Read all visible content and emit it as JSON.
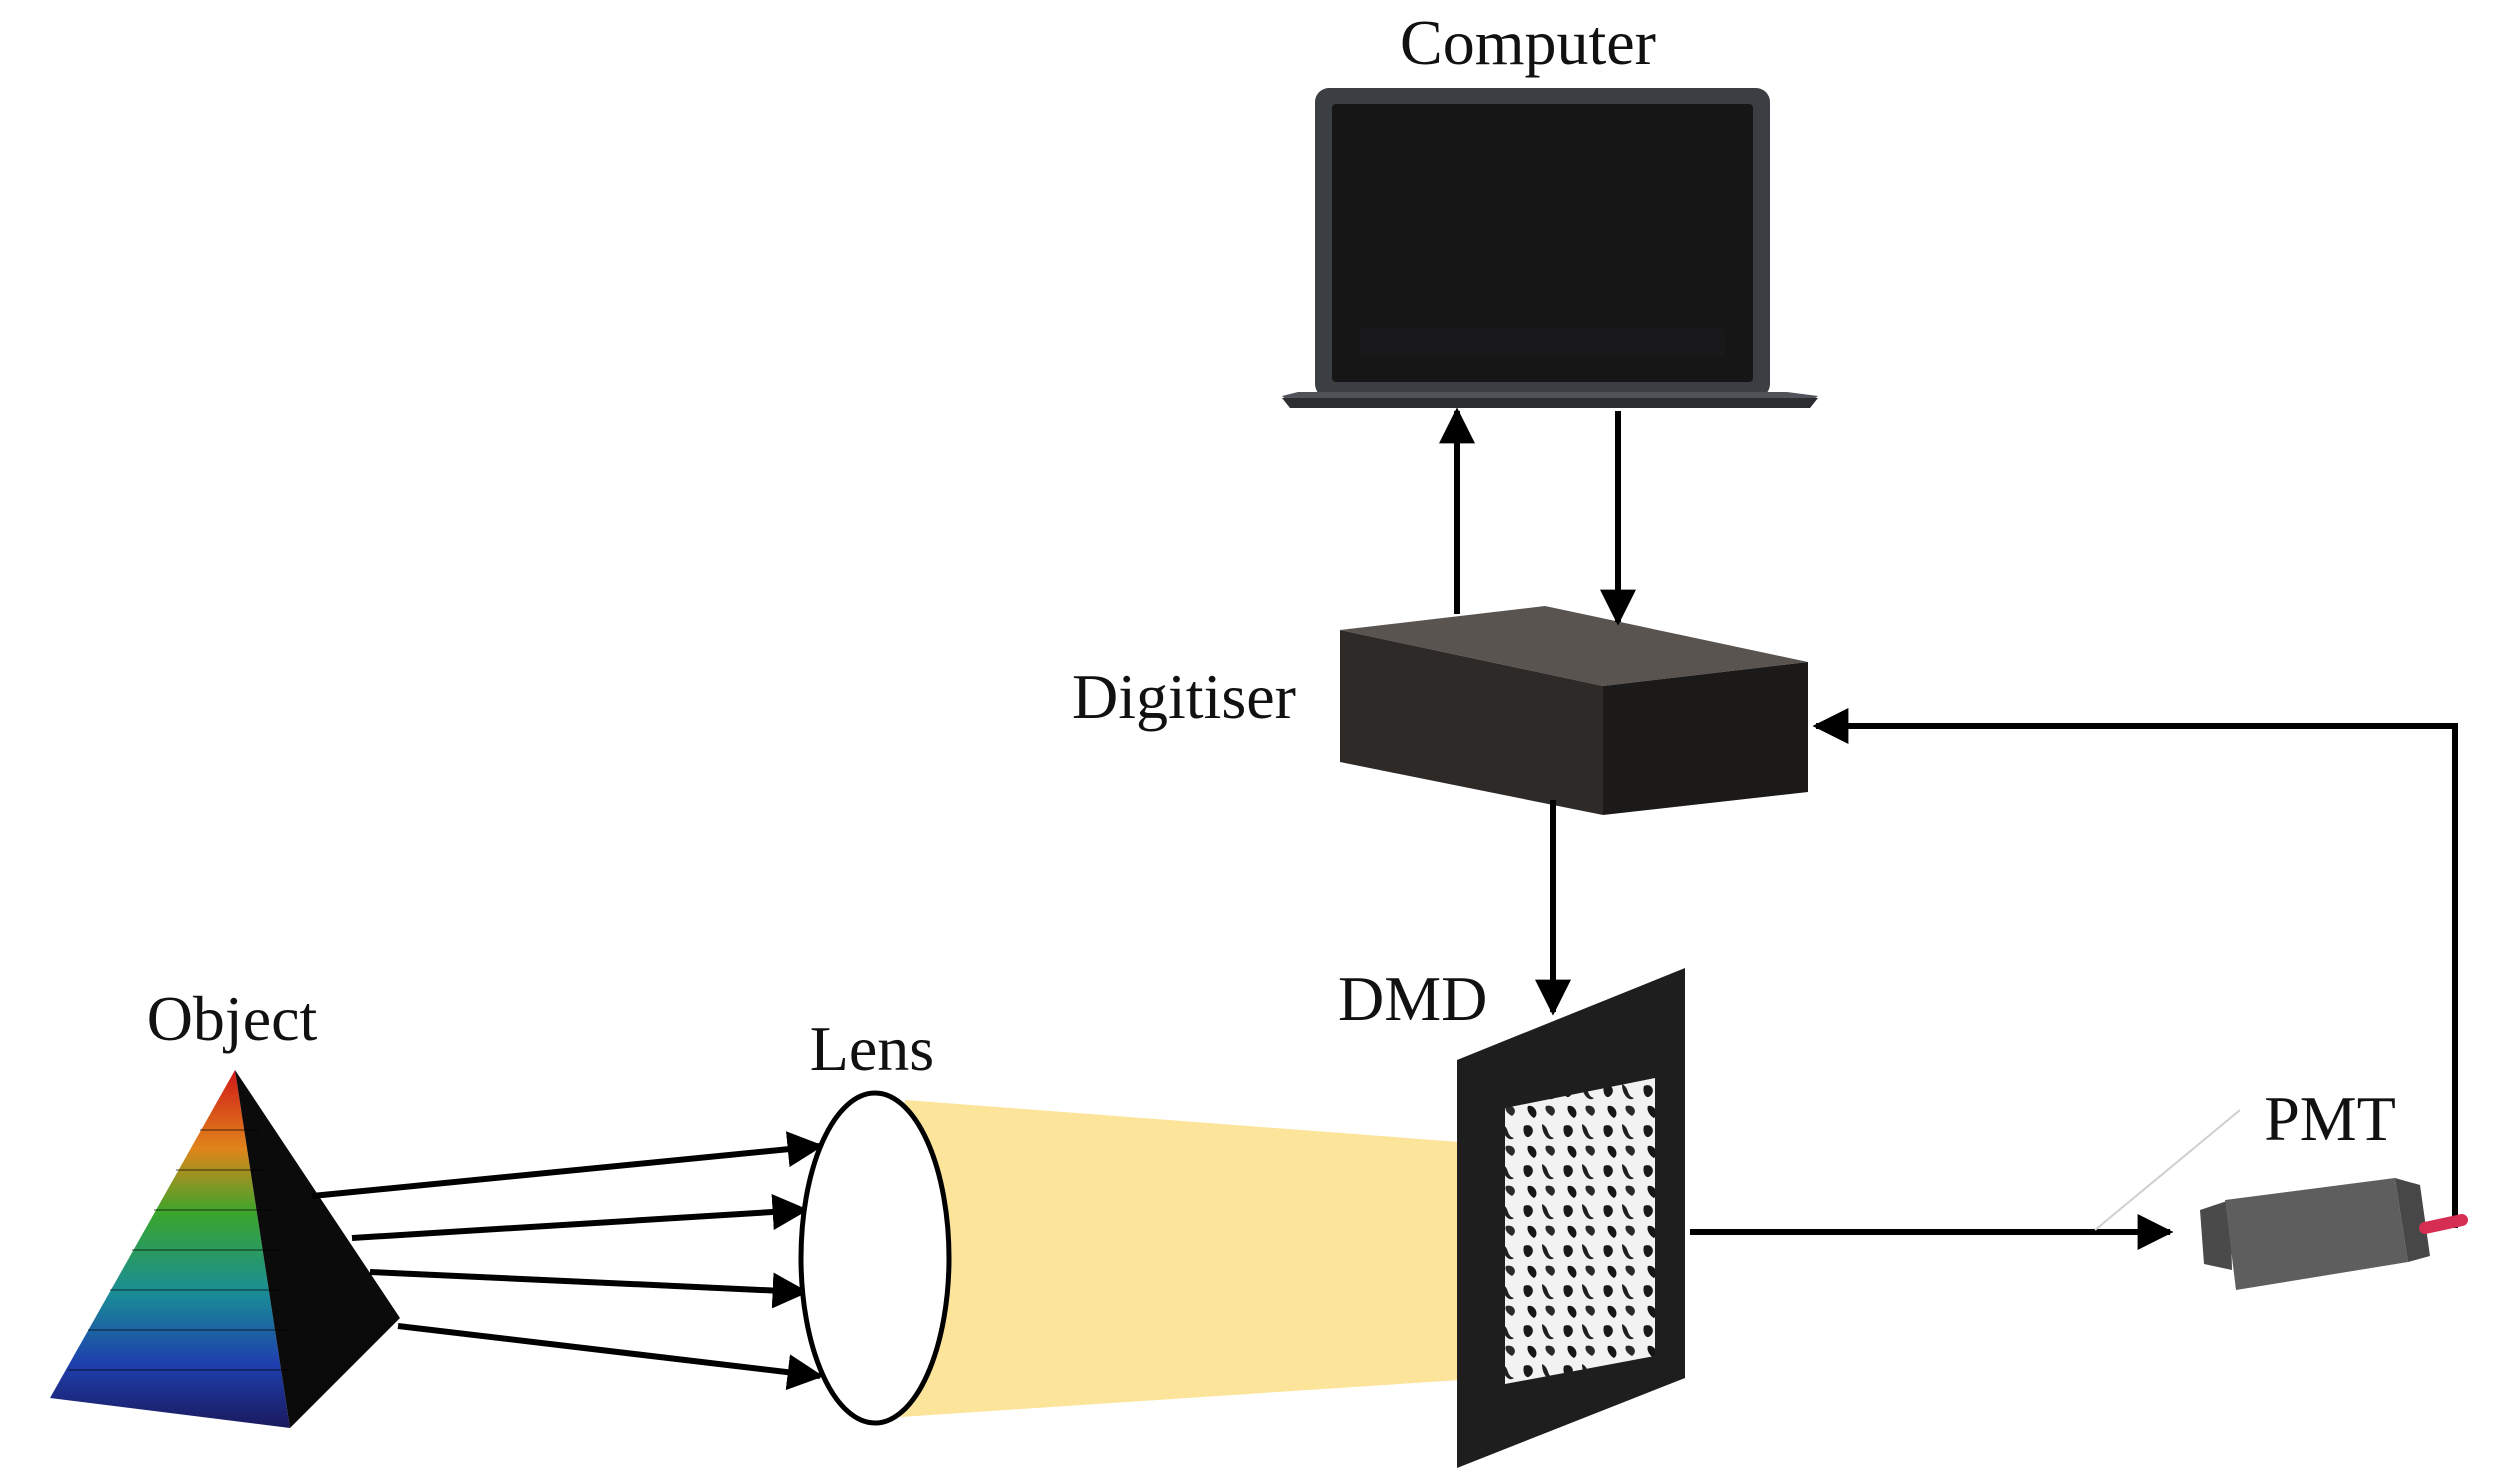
{
  "labels": {
    "computer": "Computer",
    "digitiser": "Digitiser",
    "object": "Object",
    "lens": "Lens",
    "dmd": "DMD",
    "pmt": "PMT"
  },
  "colors": {
    "arrow": "#000000",
    "light_beam": "#fce59a",
    "laptop_body": "#3b3e43",
    "laptop_screen": "#161616",
    "digitiser_box": "#2e2a28",
    "dmd_frame": "#1e1e1e",
    "pmt_body": "#5e5e5e",
    "pmt_cable": "#d62d52"
  },
  "icons": {
    "computer": "laptop-icon",
    "digitiser": "digitiser-box-icon",
    "object": "pyramid-icon",
    "lens": "lens-icon",
    "dmd": "dmd-icon",
    "pmt": "pmt-icon"
  }
}
